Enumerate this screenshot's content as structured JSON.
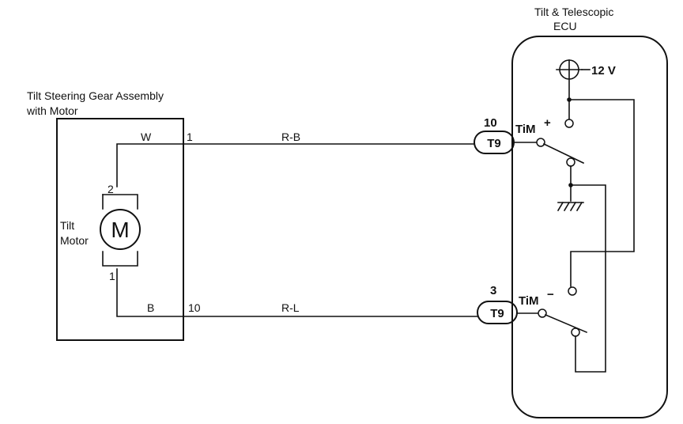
{
  "assembly": {
    "title_line1": "Tilt Steering Gear Assembly",
    "title_line2": "with Motor",
    "motor_label_line1": "Tilt",
    "motor_label_line2": "Motor",
    "motor_symbol": "M",
    "motor_pin_top": "2",
    "motor_pin_bottom": "1",
    "wire_top_color": "W",
    "wire_bottom_color": "B",
    "pin_top": "1",
    "pin_bottom": "10"
  },
  "harness": {
    "wire_top": "R-B",
    "wire_bottom": "R-L"
  },
  "ecu": {
    "title_line1": "Tilt & Telescopic",
    "title_line2": "ECU",
    "supply_voltage": "12 V",
    "connector_top_pin": "10",
    "connector_top_name": "T9",
    "connector_bottom_pin": "3",
    "connector_bottom_name": "T9",
    "terminal_plus_base": "TiM",
    "terminal_plus_sign": "+",
    "terminal_minus_base": "TiM",
    "terminal_minus_sign": "−"
  }
}
